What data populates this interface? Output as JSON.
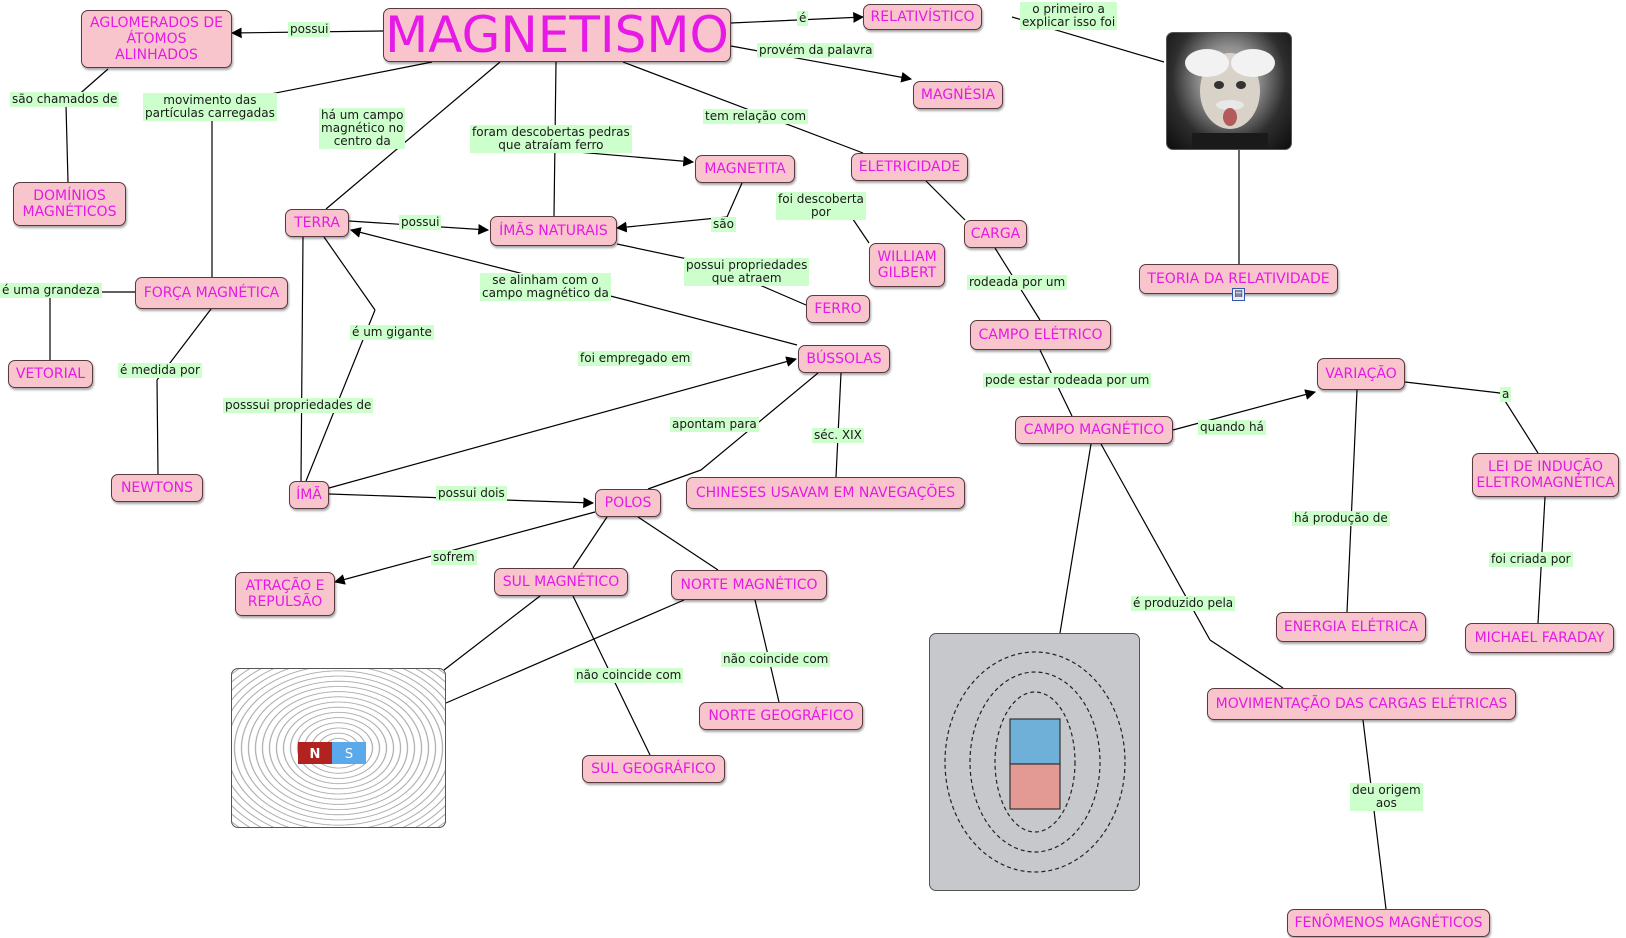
{
  "map": {
    "title": "MAGNETISMO",
    "concepts": {
      "aglomerados": "AGLOMERADOS DE ÁTOMOS ALINHADOS",
      "dominios": "DOMÍNIOS MAGNÉTICOS",
      "relativistico": "RELATIVÍSTICO",
      "magnesia": "MAGNÉSIA",
      "eletricidade": "ELETRICIDADE",
      "magnetita": "MAGNETITA",
      "terra": "TERRA",
      "imas_naturais": "ÍMÃS NATURAIS",
      "william_gilbert": "WILLIAM GILBERT",
      "carga": "CARGA",
      "teoria_relatividade": "TEORIA DA RELATIVIDADE",
      "forca_magnetica": "FORÇA MAGNÉTICA",
      "vetorial": "VETORIAL",
      "ferro": "FERRO",
      "campo_eletrico": "CAMPO ELÉTRICO",
      "bussolas": "BÚSSOLAS",
      "variacao": "VARIAÇÃO",
      "campo_magnetico": "CAMPO MAGNÉTICO",
      "lei_inducao": "LEI DE INDUÇÃO ELETROMAGNÉTICA",
      "newtons": "NEWTONS",
      "ima": "ÍMÃ",
      "polos": "POLOS",
      "chineses": "CHINESES USAVAM EM NAVEGAÇÕES",
      "atracao": "ATRAÇÃO E REPULSÃO",
      "sul_magnetico": "SUL MAGNÉTICO",
      "norte_magnetico": "NORTE MAGNÉTICO",
      "energia_eletrica": "ENERGIA ELÉTRICA",
      "michael_faraday": "MICHAEL FARADAY",
      "norte_geografico": "NORTE GEOGRÁFICO",
      "movimentacao": "MOVIMENTAÇÃO DAS CARGAS ELÉTRICAS",
      "sul_geografico": "SUL GEOGRÁFICO",
      "fenomenos": "FENÔMENOS MAGNÉTICOS"
    },
    "links": {
      "possui_top": "possui",
      "e": "é",
      "primeiro": "o primeiro a\nexplicar isso foi",
      "provem": "provém da palavra",
      "sao_chamados": "são chamados de",
      "movimento": "movimento das\npartículas carregadas",
      "campo_centro": "há um campo\nmagnético no\ncentro da",
      "pedras": "foram descobertas pedras\nque atraíam ferro",
      "tem_relacao": "tem relação com",
      "foi_descoberta": "foi descoberta\npor",
      "possui_terra": "possui",
      "sao": "são",
      "possui_prop": "possui propriedades\nque atraem",
      "alinham": "se alinham com o\ncampo magnético da",
      "rodeada": "rodeada por um",
      "grandeza": "é uma grandeza",
      "gigante": "é um gigante",
      "empregado": "foi empregado em",
      "medida": "é medida por",
      "posssui_prop": "posssui propriedades de",
      "pode_rodeada": "pode estar rodeada por um",
      "apontam": "apontam para",
      "sec_xix": "séc. XIX",
      "quando_ha": "quando há",
      "a": "a",
      "possui_dois": "possui dois",
      "sofrem": "sofrem",
      "producao": "há produção de",
      "criada": "foi criada por",
      "produzido": "é produzido pela",
      "nao_coincide_1": "não coincide com",
      "nao_coincide_2": "não coincide com",
      "origem": "deu origem\naos"
    },
    "images": {
      "einstein": "einstein-photo",
      "iron_filings": "iron-filings-magnet-photo",
      "field_lines": "magnetic-field-lines-drawing"
    },
    "magnet_poles": {
      "north": "N",
      "south": "S"
    },
    "colors": {
      "concept_fill": "#f9c5cd",
      "concept_text": "#e619e6",
      "label_fill": "#ccffcc",
      "line": "#000000"
    }
  }
}
